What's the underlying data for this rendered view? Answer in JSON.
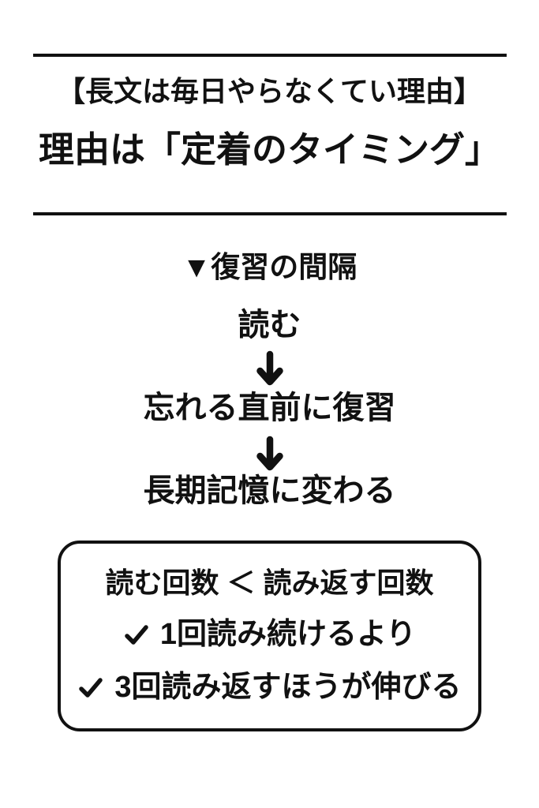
{
  "page": {
    "background_color": "#ffffff",
    "text_color": "#111111"
  },
  "header": {
    "subtitle": "【長文は毎日やらなくてい理由】",
    "title": "理由は「定着のタイミング」"
  },
  "section": {
    "marker": "▼",
    "label": "復習の間隔"
  },
  "flow": {
    "steps": [
      "読む",
      "忘れる直前に復習",
      "長期記憶に変わる"
    ],
    "arrow_icon": "down-arrow"
  },
  "summary_box": {
    "heading": "読む回数 ＜ 読み返す回数",
    "check_icon": "checkmark",
    "items": [
      "1回読み続けるより",
      "3回読み返すほうが伸びる"
    ]
  }
}
